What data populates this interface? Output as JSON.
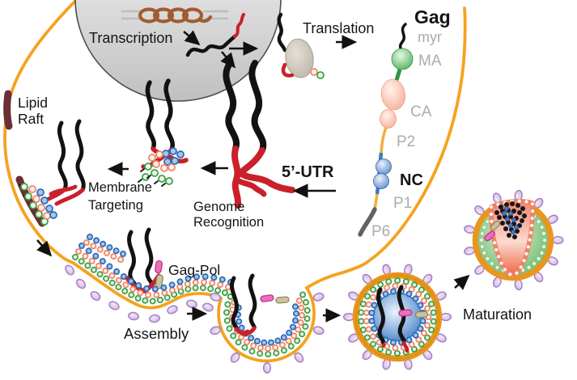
{
  "labels": {
    "transcription": "Transcription",
    "translation": "Translation",
    "gag": "Gag",
    "myr": "myr",
    "ma": "MA",
    "ca": "CA",
    "p2": "P2",
    "nc": "NC",
    "p1": "P1",
    "p6": "P6",
    "five_utr": "5’-UTR",
    "genome_recognition_line1": "Genome",
    "genome_recognition_line2": "Recognition",
    "membrane_targeting_line1": "Membrane",
    "membrane_targeting_line2": "Targeting",
    "lipid_raft_line1": "Lipid",
    "lipid_raft_line2": "Raft",
    "gag_pol": "Gag-Pol",
    "assembly": "Assembly",
    "maturation": "Maturation"
  },
  "palette": {
    "membrane_orange": "#F5A21F",
    "lipid_raft_maroon": "#6C2E36",
    "rna_black": "#121212",
    "utr_red": "#C9202B",
    "ma_green": "#3FAA4E",
    "ca_salmon": "#F5A287",
    "spacer_yellow": "#F1AF3B",
    "nc_blue": "#4479C4",
    "p6_gray": "#5D6367",
    "domain_label_gray": "#ACACAC",
    "nucleus_gray": "#C4C4C4",
    "dna_brown": "#A15B31",
    "spike_purple": "#DCC8EA",
    "gagpol_pink": "#EC6FB9",
    "gagpol_tan": "#CCC39E",
    "immature_core_blue": "#4E86C9",
    "mature_interior_green": "#63B863",
    "capsid_cone_salmon": "#F07552"
  },
  "icons": {
    "nucleus": "nucleus-icon",
    "dna": "dna-chromatin-icon",
    "mrna": "mrna-squiggle-icon",
    "ribosome": "ribosome-icon",
    "gag_domain_bar": "gag-polyprotein-icon",
    "lipid_raft": "lipid-raft-icon",
    "budding_virion": "budding-virion-icon",
    "immature_virion": "immature-virion-icon",
    "mature_virion": "mature-virion-icon"
  }
}
